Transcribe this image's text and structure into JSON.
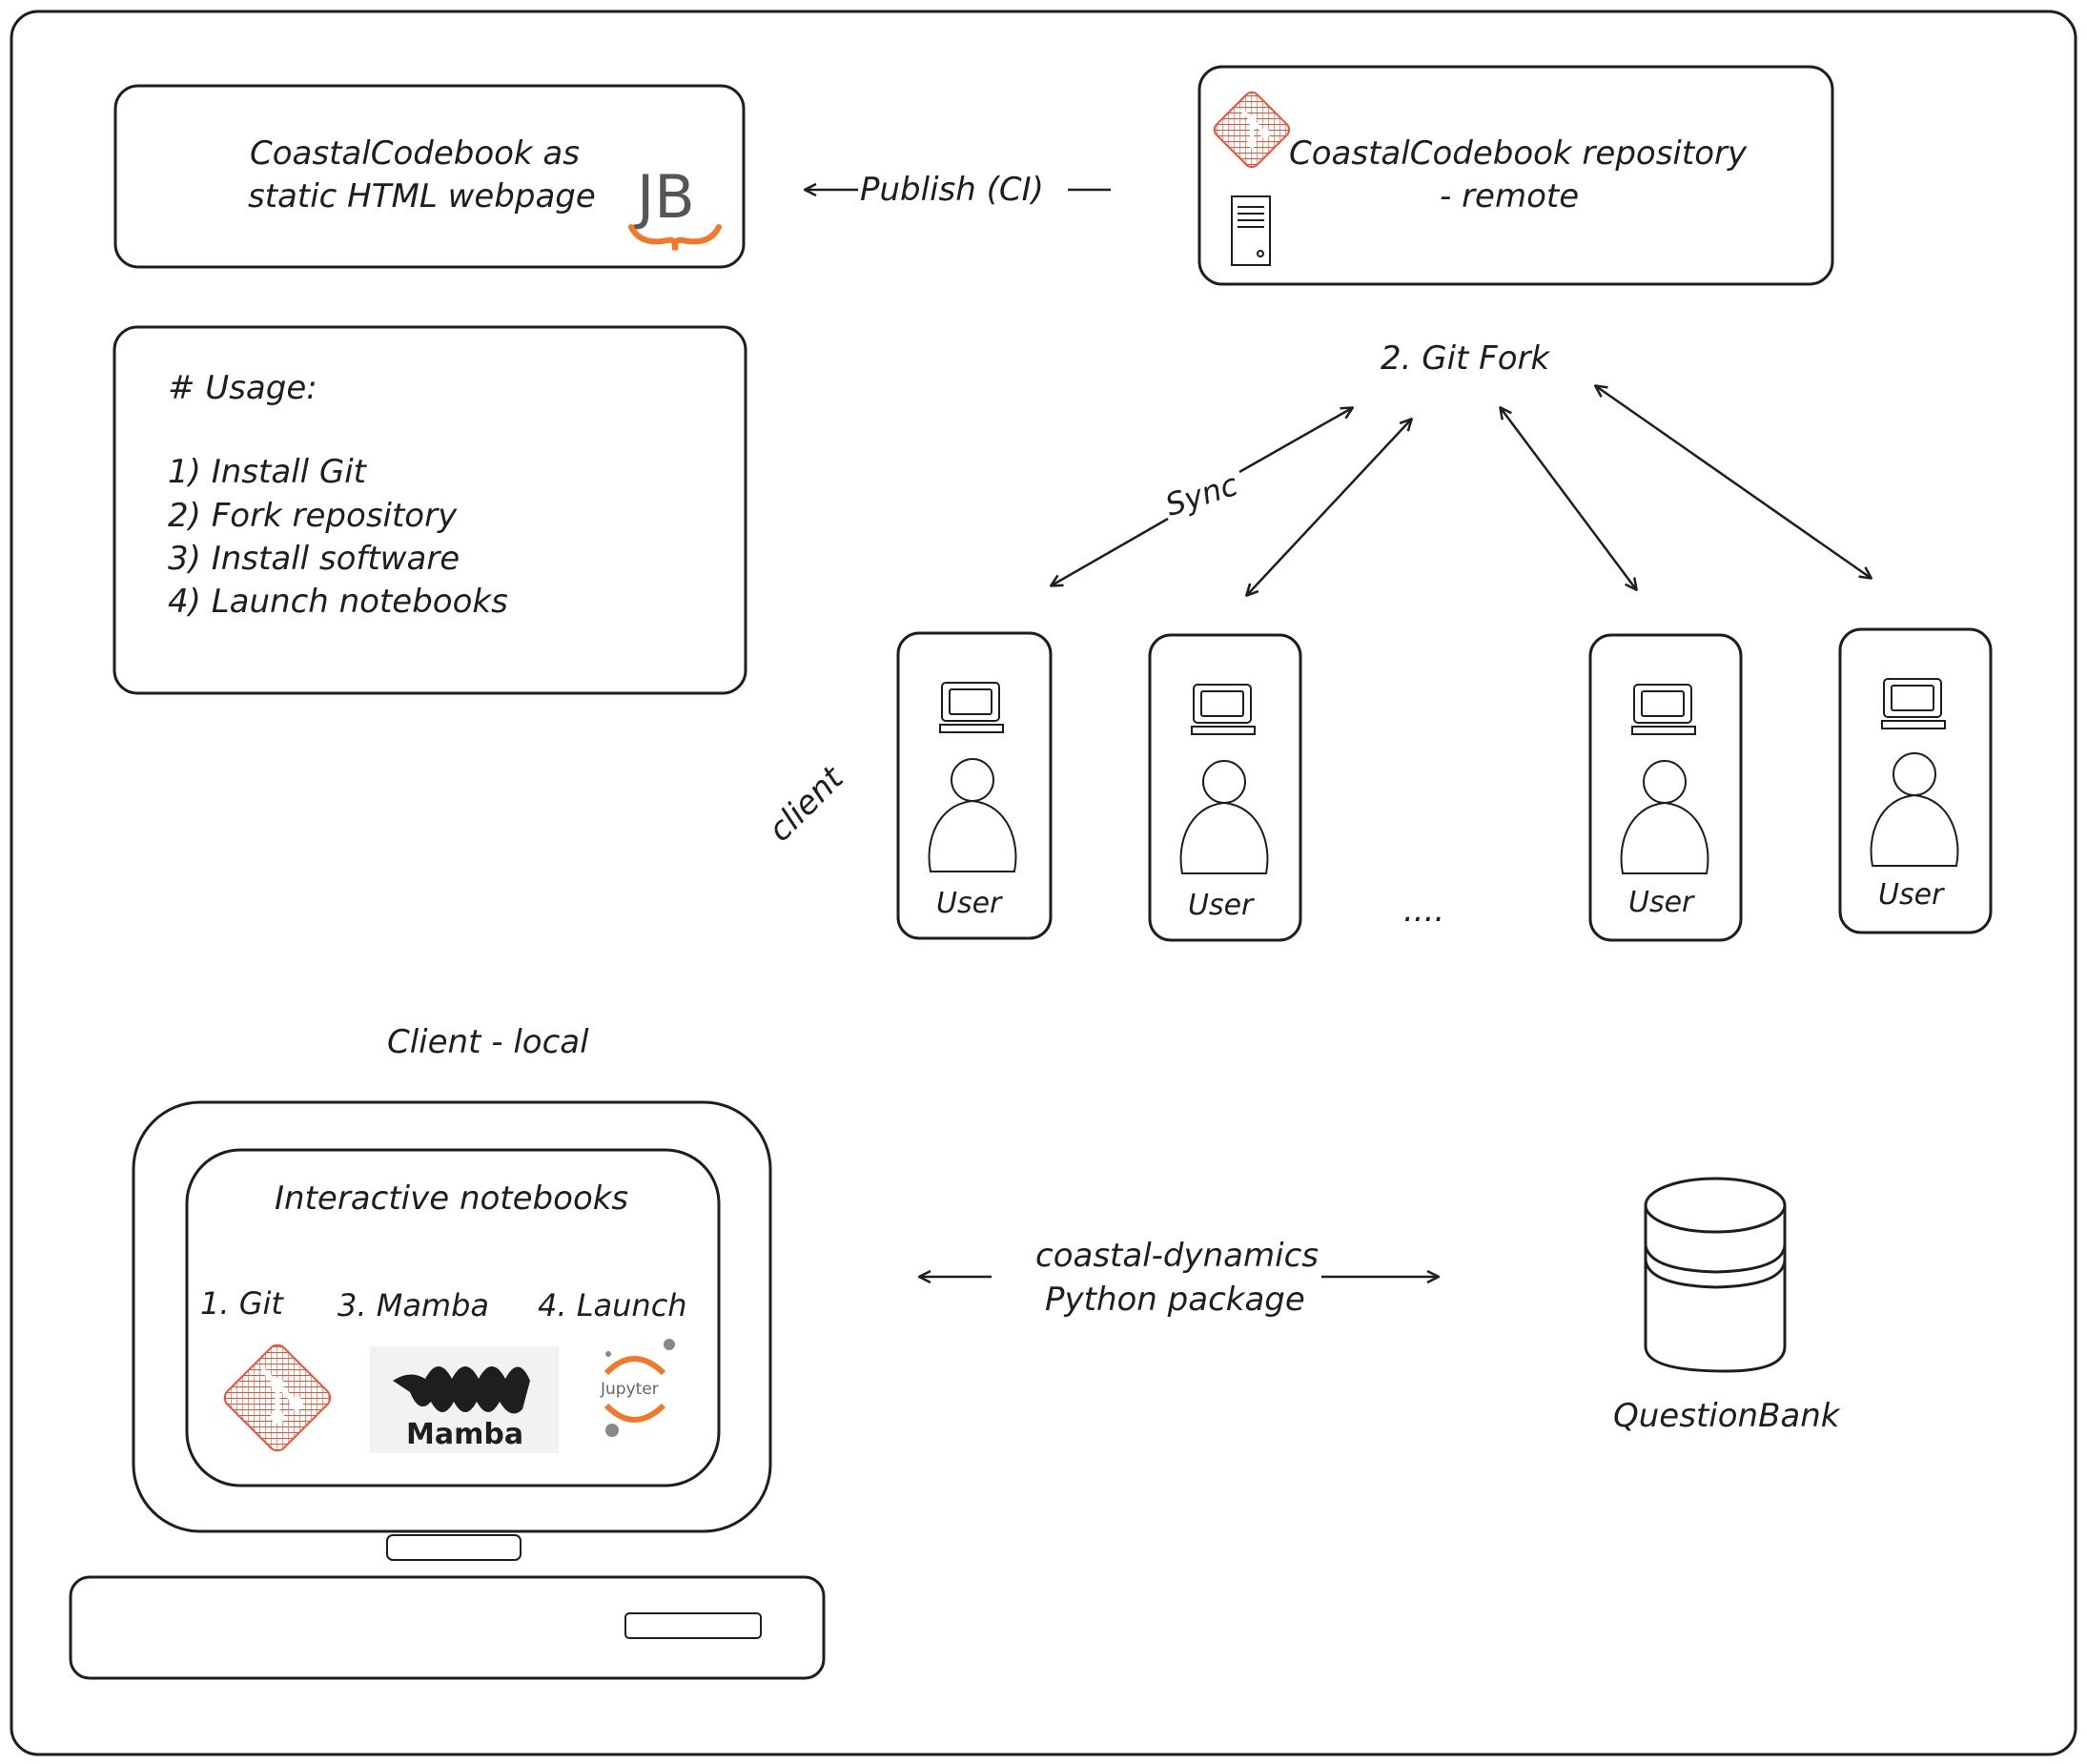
{
  "jupyter_book_box": {
    "line1": "CoastalCodebook as",
    "line2": "static HTML webpage",
    "logo_text": "JB",
    "logo_brace": "}"
  },
  "remote_box": {
    "line1": "CoastalCodebook repository",
    "line2": "- remote"
  },
  "publish_label": "Publish (CI)",
  "usage_box": {
    "heading": "# Usage:",
    "steps": [
      "1) Install Git",
      "2) Fork repository",
      "3) Install software",
      "4) Launch notebooks"
    ]
  },
  "git_fork_label": "2. Git Fork",
  "sync_label": "Sync",
  "client_label": "client",
  "users": [
    "User",
    "User",
    "User",
    "User"
  ],
  "ellipsis": "....",
  "client_local_label": "Client - local",
  "laptop": {
    "title": "Interactive notebooks",
    "steps": [
      "1. Git",
      "3. Mamba",
      "4. Launch"
    ],
    "mamba_logo_text": "Mamba",
    "jupyter_logo_text": "Jupyter"
  },
  "package_label": {
    "line1": "coastal-dynamics",
    "line2": "Python package"
  },
  "question_bank_label": "QuestionBank",
  "colors": {
    "ink": "#1e1e1e",
    "git_orange": "#f05033",
    "jupyter_orange": "#f37726",
    "mamba_bg": "#f2f2f2"
  },
  "icons": [
    "git-logo-icon",
    "server-icon",
    "computer-icon",
    "person-icon",
    "database-icon",
    "mamba-logo-icon",
    "jupyter-logo-icon"
  ]
}
